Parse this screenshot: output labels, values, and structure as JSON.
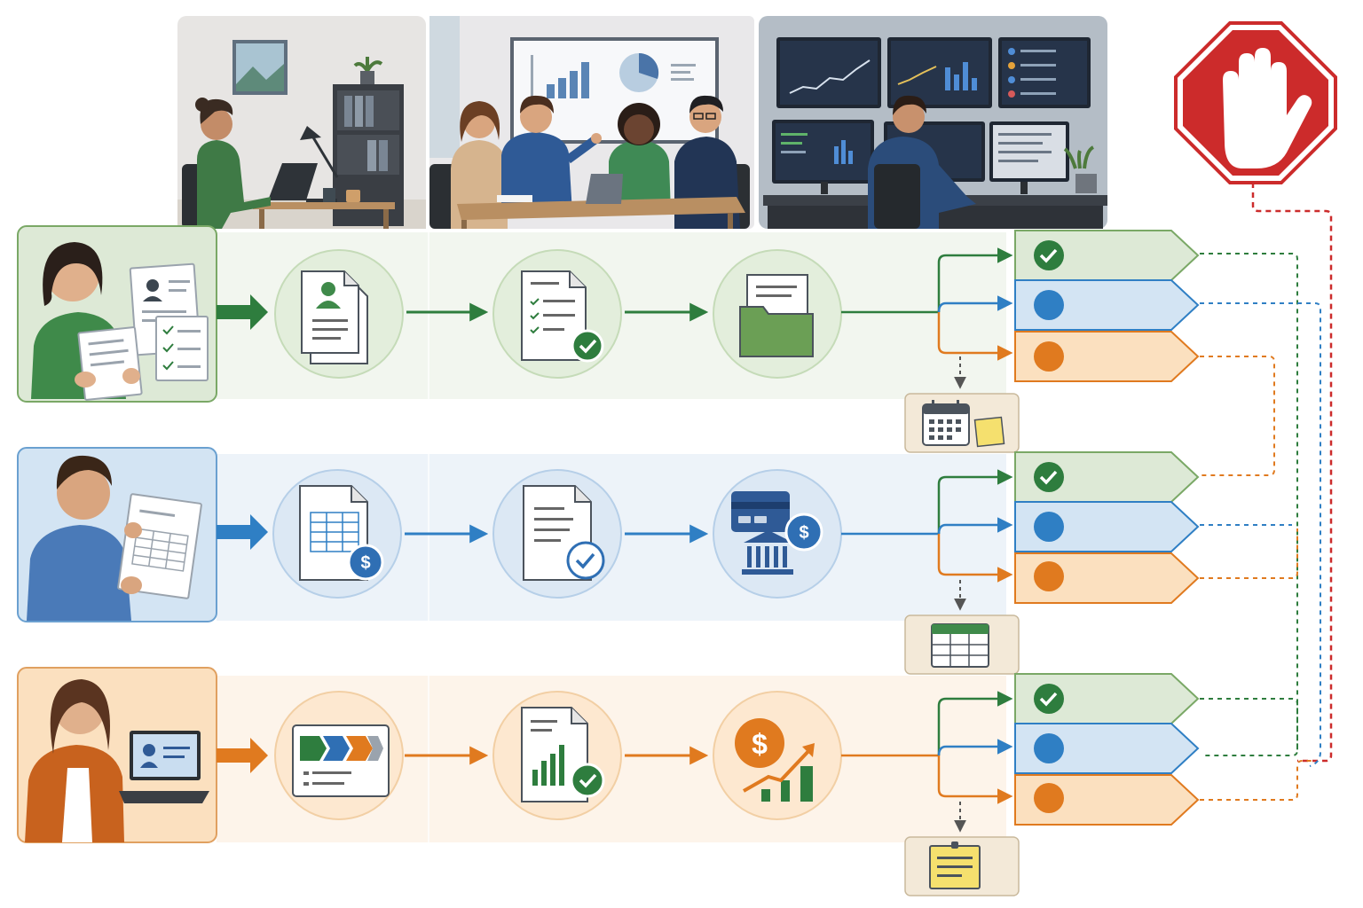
{
  "diagram": {
    "scenes": [
      {
        "name": "home-office-scene",
        "people": 1
      },
      {
        "name": "meeting-scene",
        "people": 4
      },
      {
        "name": "control-room-scene",
        "people": 1
      }
    ],
    "stop_sign": {
      "icon": "stop-hand-icon",
      "color": "#cc2b2b"
    },
    "colors": {
      "green": "#2e7d3e",
      "blue": "#2f7fc4",
      "orange": "#e07a1f",
      "red": "#cc2b2b",
      "green_light": "#dde9d6",
      "blue_light": "#d3e4f3",
      "orange_light": "#fbe0bf"
    },
    "lanes": [
      {
        "id": "green",
        "person_icon": "person-with-documents-icon",
        "steps": [
          "profile-document-icon",
          "checklist-approved-icon",
          "document-folder-icon"
        ],
        "outcomes": [
          "approved-check-icon",
          "blue-status-dot-icon",
          "orange-status-dot-icon"
        ],
        "extra": [
          "calendar-icon",
          "sticky-note-icon"
        ]
      },
      {
        "id": "blue",
        "person_icon": "person-with-spreadsheet-icon",
        "steps": [
          "spreadsheet-dollar-icon",
          "document-verified-icon",
          "bank-payment-icon"
        ],
        "outcomes": [
          "approved-check-icon",
          "blue-status-dot-icon",
          "orange-status-dot-icon"
        ],
        "extra": [
          "table-icon"
        ]
      },
      {
        "id": "orange",
        "person_icon": "person-with-laptop-icon",
        "steps": [
          "process-roadmap-icon",
          "report-chart-approved-icon",
          "revenue-growth-icon"
        ],
        "outcomes": [
          "approved-check-icon",
          "blue-status-dot-icon",
          "orange-status-dot-icon"
        ],
        "extra": [
          "notepad-icon"
        ]
      }
    ]
  }
}
